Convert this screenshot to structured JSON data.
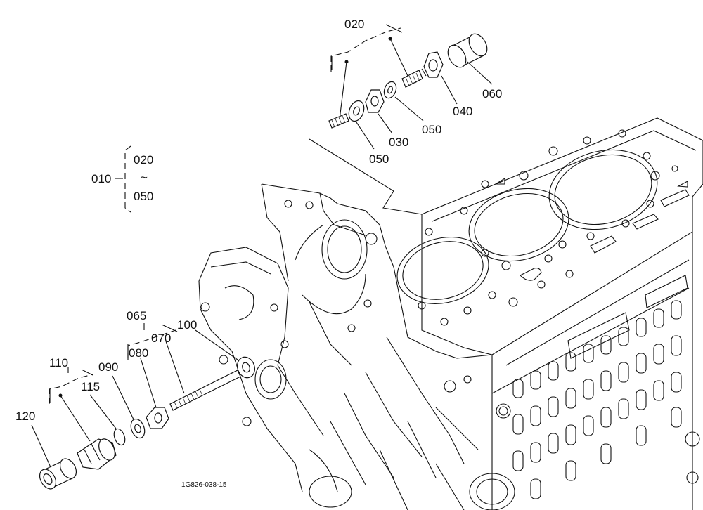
{
  "diagram": {
    "drawing_code": "1G826-038-15",
    "labels": {
      "l020_top": "020",
      "l040": "040",
      "l060": "060",
      "l050_right": "050",
      "l030": "030",
      "l050_left": "050",
      "l010": "010",
      "l020_range": "020",
      "l_tilde": "~",
      "l050_range": "050",
      "l065": "065",
      "l100": "100",
      "l070": "070",
      "l080": "080",
      "l090": "090",
      "l110": "110",
      "l115": "115",
      "l120": "120"
    }
  }
}
